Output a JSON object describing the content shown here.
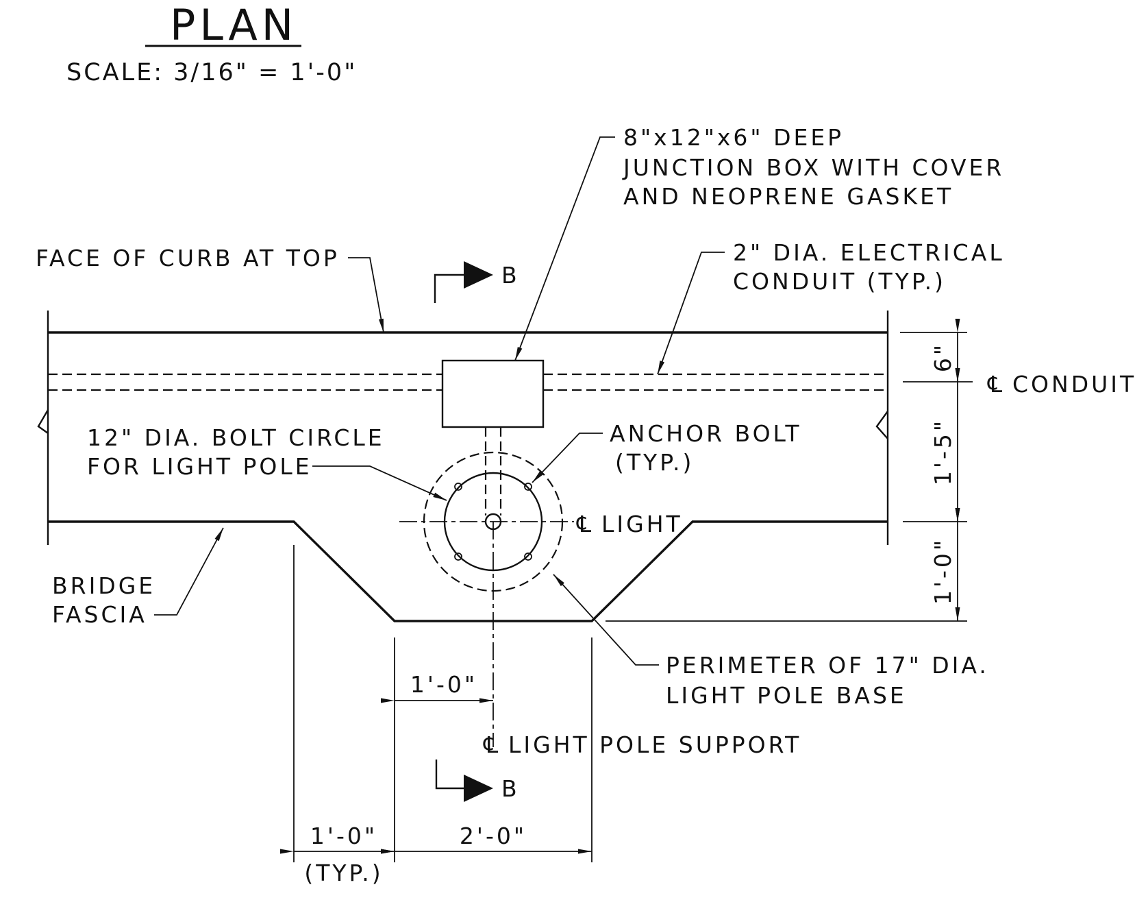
{
  "title": "PLAN",
  "scale": "SCALE: 3/16\" = 1'-0\"",
  "labels": {
    "junction_box_1": "8\"x12\"x6\" DEEP",
    "junction_box_2": "JUNCTION BOX WITH COVER",
    "junction_box_3": "AND NEOPRENE GASKET",
    "face_of_curb": "FACE OF CURB AT TOP",
    "conduit_1": "2\" DIA. ELECTRICAL",
    "conduit_2": "CONDUIT (TYP.)",
    "section_mark": "B",
    "bolt_circle_1": "12\" DIA. BOLT CIRCLE",
    "bolt_circle_2": "FOR LIGHT POLE",
    "anchor_bolt_1": "ANCHOR BOLT",
    "anchor_bolt_2": "(TYP.)",
    "cl_light": "LIGHT",
    "cl_conduit": "CONDUIT",
    "bridge_fascia_1": "BRIDGE",
    "bridge_fascia_2": "FASCIA",
    "perimeter_1": "PERIMETER OF 17\" DIA.",
    "perimeter_2": "LIGHT POLE BASE",
    "cl_support": "LIGHT POLE SUPPORT",
    "centerline_symbol": "℄"
  },
  "dimensions": {
    "dim_6in": "6\"",
    "dim_1ft5in": "1'-5\"",
    "dim_1ft0in_vert": "1'-0\"",
    "dim_1ft0in_mid": "1'-0\"",
    "dim_1ft0in_bottom": "1'-0\"",
    "dim_typ": "(TYP.)",
    "dim_2ft0in": "2'-0\""
  }
}
